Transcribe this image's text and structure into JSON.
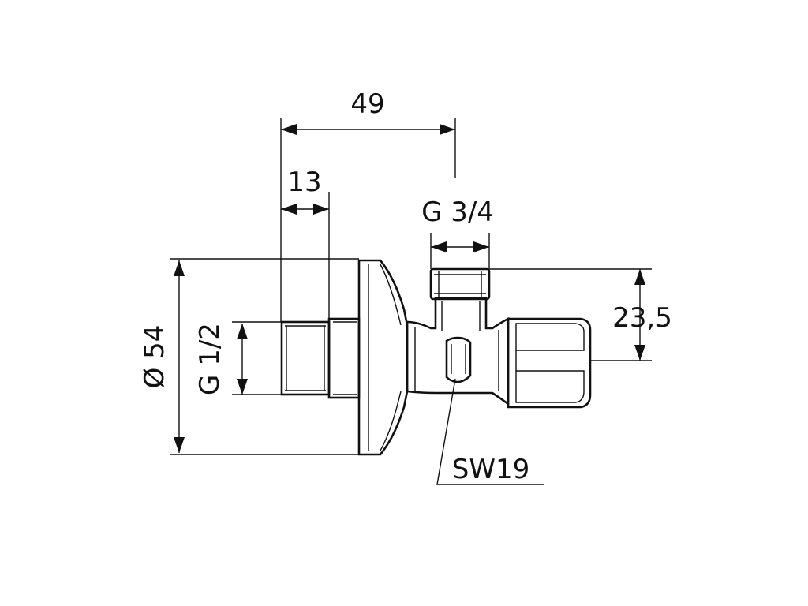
{
  "dimensions": {
    "overall_length": "49",
    "inlet_length": "13",
    "outlet_thread": "G 3/4",
    "flange_diameter": "Ø 54",
    "inlet_thread": "G 1/2",
    "outlet_offset": "23,5",
    "wrench_size": "SW19"
  },
  "colors": {
    "line": "#111111",
    "background": "#ffffff"
  }
}
